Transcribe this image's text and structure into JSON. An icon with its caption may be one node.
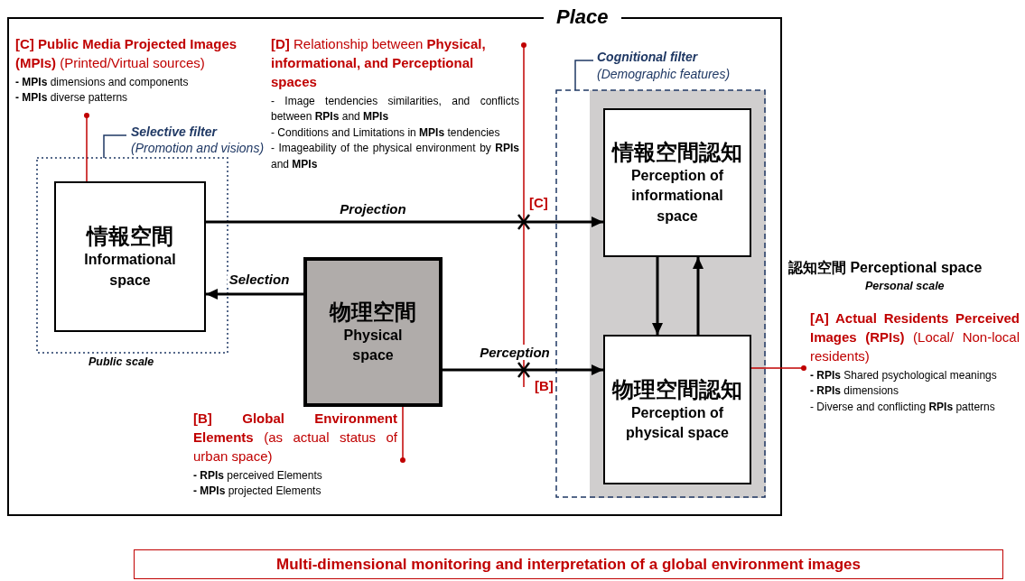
{
  "diagram": {
    "nodes": [
      {
        "text": [
          "Place"
        ]
      },
      {
        "text": [
          "Selective filter",
          "(Promotion and visions)"
        ],
        "beside": [
          "Public scale"
        ],
        "in": 0
      },
      {
        "text": [
          "情報空間",
          "Informational space"
        ],
        "in": 1
      },
      {
        "text": [
          "物理空間",
          "Physical space"
        ],
        "in": 0
      },
      {
        "text": [
          "Cognitional filter",
          "(Demographic features)"
        ],
        "in": 0
      },
      {
        "text": [
          "情報空間認知",
          "Perception of informational space"
        ],
        "in": 4
      },
      {
        "text": [
          "物理空間認知",
          "Perception of physical space"
        ],
        "in": 4
      },
      {
        "text": [
          "**[C] Public Media Projected Images (MPIs)** (Printed/Virtual sources)",
          "**- MPIs** dimensions and components",
          "**- MPIs** diverse patterns"
        ],
        "in": 0
      },
      {
        "text": [
          "**[D]** Relationship between **Physical, informational, and Perceptional spaces**",
          "- Image tendencies similarities, and conflicts between **RPIs** and **MPIs**",
          "- Conditions and Limitations in **MPIs** tendencies",
          "- Imageability of the physical environment by **RPIs** and **MPIs**"
        ],
        "in": 0
      },
      {
        "text": [
          "**[B] Global Environment Elements** (as actual status of urban space)",
          "**- RPIs** perceived Elements",
          "**- MPIs** projected Elements"
        ],
        "in": 0
      },
      {
        "text": [
          "**[A] Actual Residents Perceived Images (RPIs)** (Local/ Non-local residents)",
          "**- RPIs** Shared psychological meanings",
          "**- RPIs** dimensions",
          "- Diverse and conflicting **RPIs** patterns"
        ]
      },
      {
        "text": [
          "Multi-dimensional monitoring and interpretation of a global environment images"
        ]
      }
    ],
    "edges": [
      {
        "from": 2,
        "to": 5,
        "arrow": "to",
        "label": "Projection"
      },
      {
        "from": 3,
        "to": 2,
        "arrow": "to",
        "label": "Selection"
      },
      {
        "from": 3,
        "to": 6,
        "arrow": "to",
        "label": "Perception"
      },
      {
        "from": 5,
        "to": 6,
        "arrow": "to"
      },
      {
        "from": 6,
        "to": 5,
        "arrow": "to"
      },
      {
        "from": 7,
        "to": 2,
        "arrow": "other",
        "color": "#c00000"
      },
      {
        "from": 8,
        "to": null,
        "arrow": "other",
        "color": "#c00000"
      },
      {
        "from": 9,
        "to": 3,
        "arrow": "other",
        "color": "#c00000"
      },
      {
        "from": 10,
        "to": 6,
        "arrow": "other",
        "color": "#c00000"
      }
    ],
    "labels": [
      "[C]",
      "[B]",
      "認知空間 Perceptional space",
      "Personal scale"
    ]
  }
}
